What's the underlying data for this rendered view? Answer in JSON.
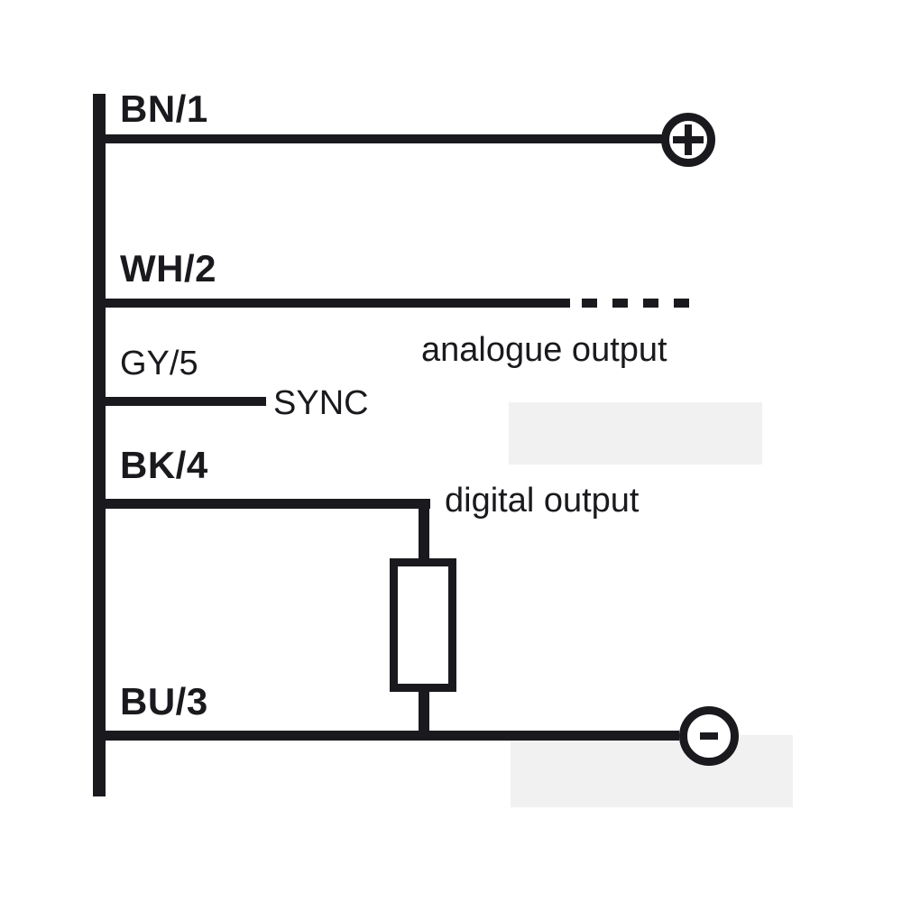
{
  "diagram": {
    "type": "sensor-wiring-connection-diagram",
    "colors": {
      "line": "#1a1a1e",
      "highlight": "#f1f1f2",
      "background": "#ffffff"
    },
    "wires": [
      {
        "label": "BN/1",
        "terminal": "+"
      },
      {
        "label": "WH/2",
        "note": "analogue output",
        "line_style": "solid-then-dashed"
      },
      {
        "label": "GY/5",
        "signal": "SYNC"
      },
      {
        "label": "BK/4",
        "note": "digital output",
        "component": "load-resistor"
      },
      {
        "label": "BU/3",
        "terminal": "−"
      }
    ],
    "terminals": {
      "plus": "+",
      "minus": "−"
    }
  }
}
